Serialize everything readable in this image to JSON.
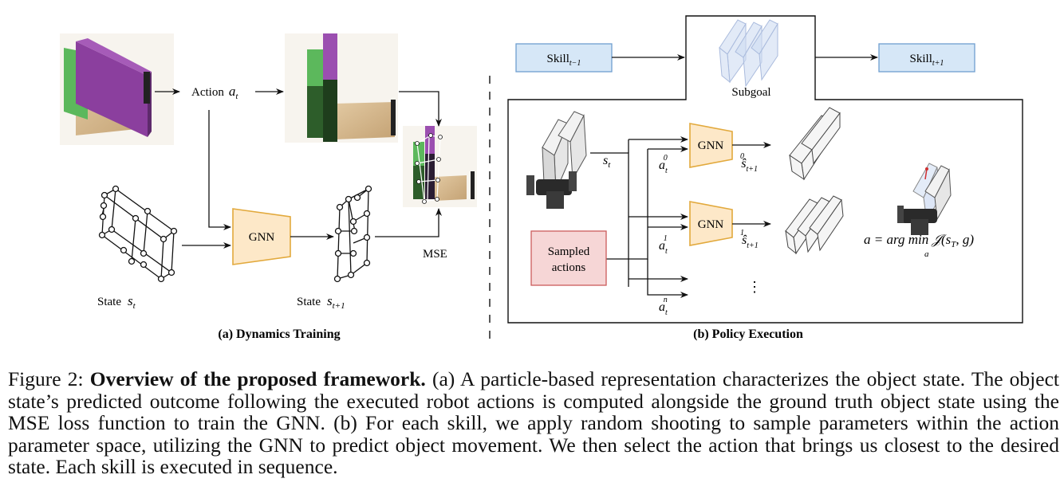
{
  "panel_a": {
    "action_label": "Action",
    "action_var": "a",
    "action_sub": "t",
    "gnn_label": "GNN",
    "state_label": "State",
    "state_var": "s",
    "state_sub": "t",
    "next_state_label": "State",
    "next_state_var": "s",
    "next_state_sub": "t+1",
    "mse_label": "MSE",
    "title": "(a) Dynamics Training"
  },
  "panel_b": {
    "skill_prev": "Skill",
    "skill_prev_sub": "t−1",
    "skill_next": "Skill",
    "skill_next_sub": "t+1",
    "subgoal_label": "Subgoal",
    "state_var": "s",
    "state_sub": "t",
    "gnn_labels": [
      "GNN",
      "GNN"
    ],
    "action_var": "a",
    "action_subs": [
      "t",
      "t",
      "t"
    ],
    "action_sups": [
      "0",
      "1",
      "n"
    ],
    "pred_var": "ŝ",
    "pred_sub": "t+1",
    "pred_sups": [
      "0",
      "1"
    ],
    "sampled_actions": [
      "Sampled",
      "actions"
    ],
    "ellipsis": "⋮",
    "objective": "a = arg min 𝒥(s_T, g)",
    "objective_parts": {
      "lhs": "a = arg min",
      "under": "a",
      "func": "𝒥",
      "args": "(s",
      "args_sub": "T",
      "args_end": ", g)"
    },
    "title": "(b) Policy Execution"
  },
  "caption": {
    "prefix": "Figure 2: ",
    "lead": "Overview of the proposed framework.",
    "body": " (a) A particle-based representation characterizes the object state. The object state’s predicted outcome following the executed robot actions is computed alongside the ground truth object state using the MSE loss function to train the GNN. (b) For each skill, we apply random shooting to sample parameters within the action parameter space, utilizing the GNN to predict object movement. We then select the action that brings us closest to the desired state. Each skill is executed in sequence."
  },
  "colors": {
    "gnn_fill": "#fde8c8",
    "gnn_stroke": "#e2a93c",
    "skill_fill": "#d6e7f7",
    "skill_stroke": "#6f9fcf",
    "sampled_fill": "#f6d6d6",
    "sampled_stroke": "#cc5c5c",
    "purple": "#8b3f9e",
    "green": "#3f8a3a",
    "wood": "#cfb38a"
  }
}
